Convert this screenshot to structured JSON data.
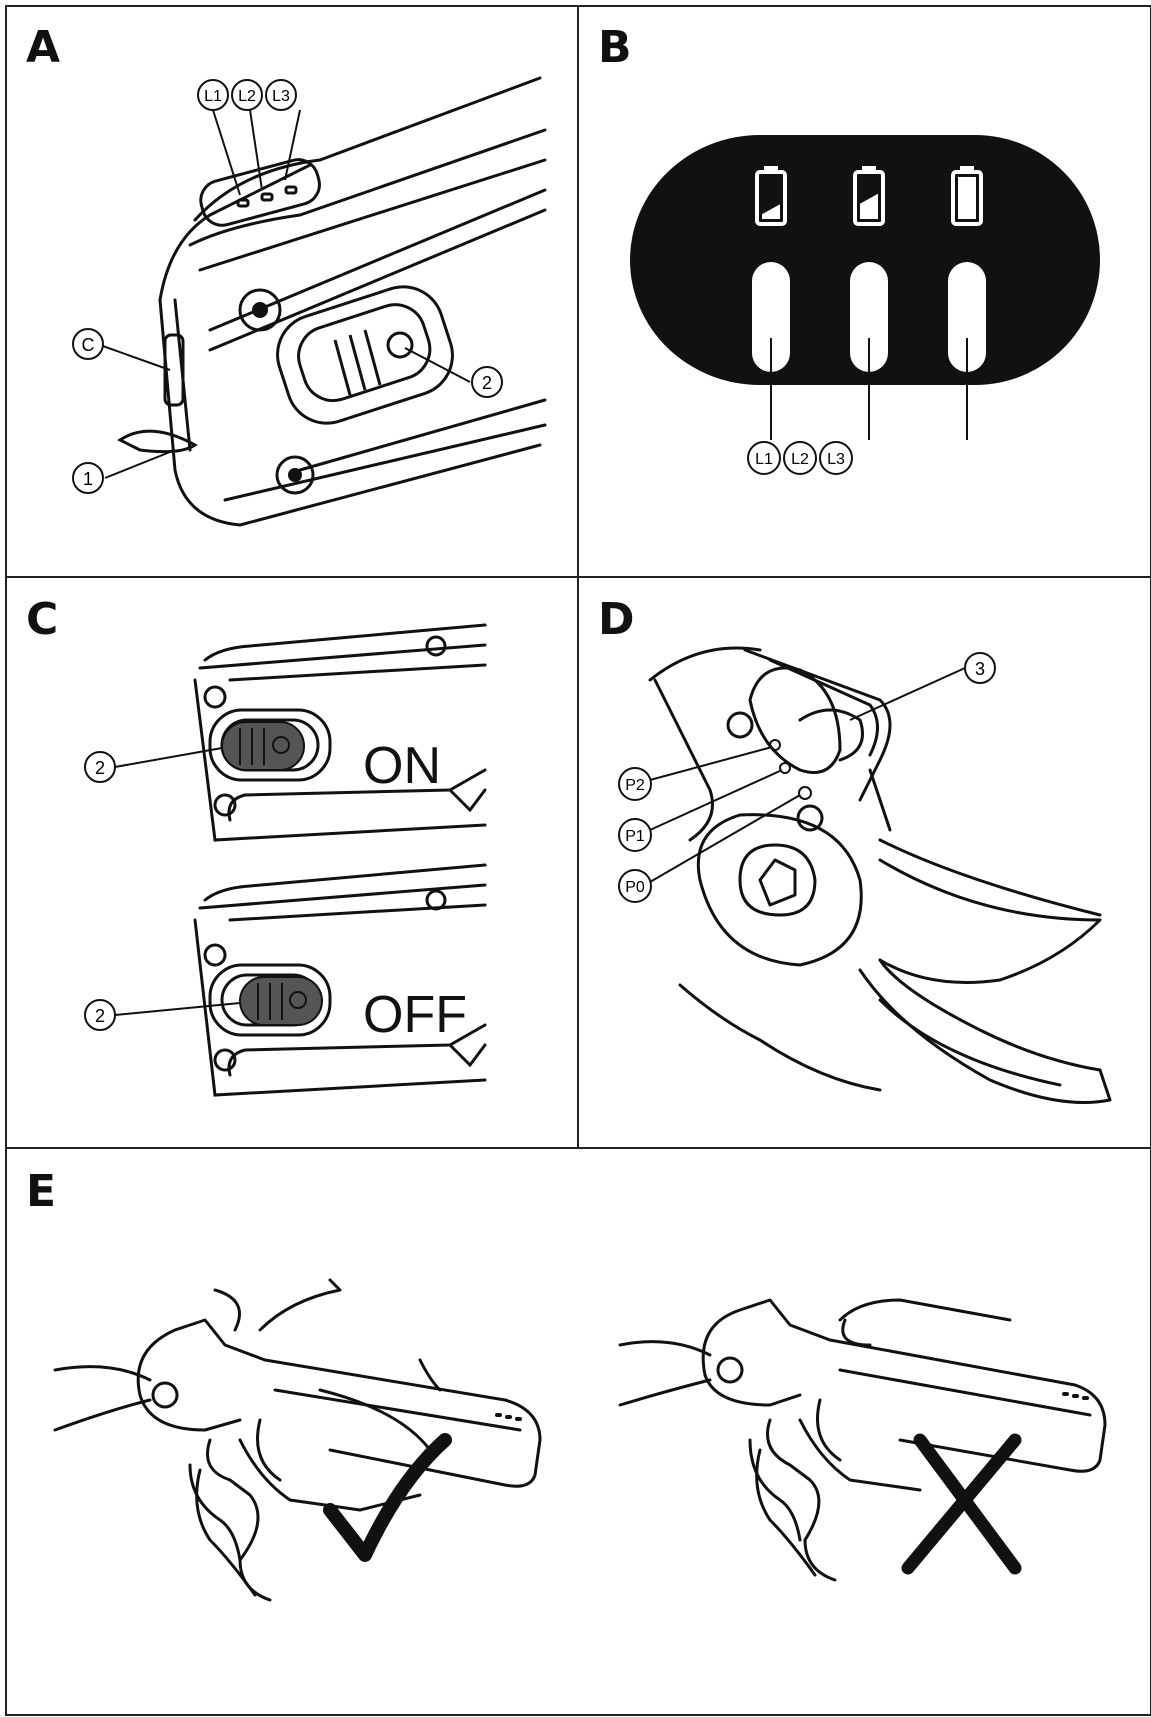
{
  "panels": {
    "a": {
      "letter": "A",
      "callouts": {
        "l1": "L1",
        "l2": "L2",
        "l3": "L3",
        "c": "C",
        "one": "1",
        "two": "2"
      }
    },
    "b": {
      "letter": "B",
      "callouts": {
        "l1": "L1",
        "l2": "L2",
        "l3": "L3"
      },
      "battery_levels": [
        0.35,
        0.6,
        1.0
      ]
    },
    "c": {
      "letter": "C",
      "callout": "2",
      "states": [
        "ON",
        "OFF"
      ]
    },
    "d": {
      "letter": "D",
      "callouts": {
        "three": "3",
        "p2": "P2",
        "p1": "P1",
        "p0": "P0"
      }
    },
    "e": {
      "letter": "E",
      "correct_icon": "check-mark-icon",
      "wrong_icon": "cross-mark-icon"
    }
  },
  "colors": {
    "ink": "#111111",
    "panel_dark": "#111111",
    "switch_fill": "#555555"
  }
}
